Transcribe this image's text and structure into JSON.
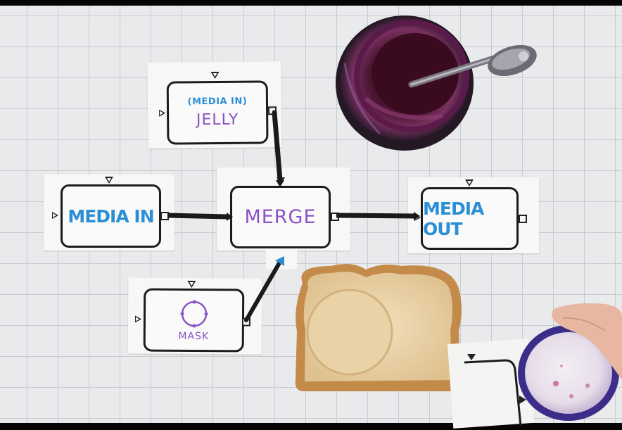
{
  "scene": {
    "description_visible": false
  },
  "nodes": {
    "jelly": {
      "tag": "(MEDIA IN)",
      "label": "JELLY"
    },
    "media_in": {
      "label": "MEDIA IN"
    },
    "merge": {
      "label": "MERGE"
    },
    "media_out": {
      "label": "MEDIA OUT"
    },
    "mask": {
      "label": "MASK"
    }
  },
  "colors": {
    "blue_marker": "#2b8fd6",
    "purple_marker": "#8a52c6",
    "jam": "#5a1a3a",
    "bread": "#e8d2a8",
    "crust": "#c48a4a",
    "grid_paper": "#e9eaec"
  }
}
